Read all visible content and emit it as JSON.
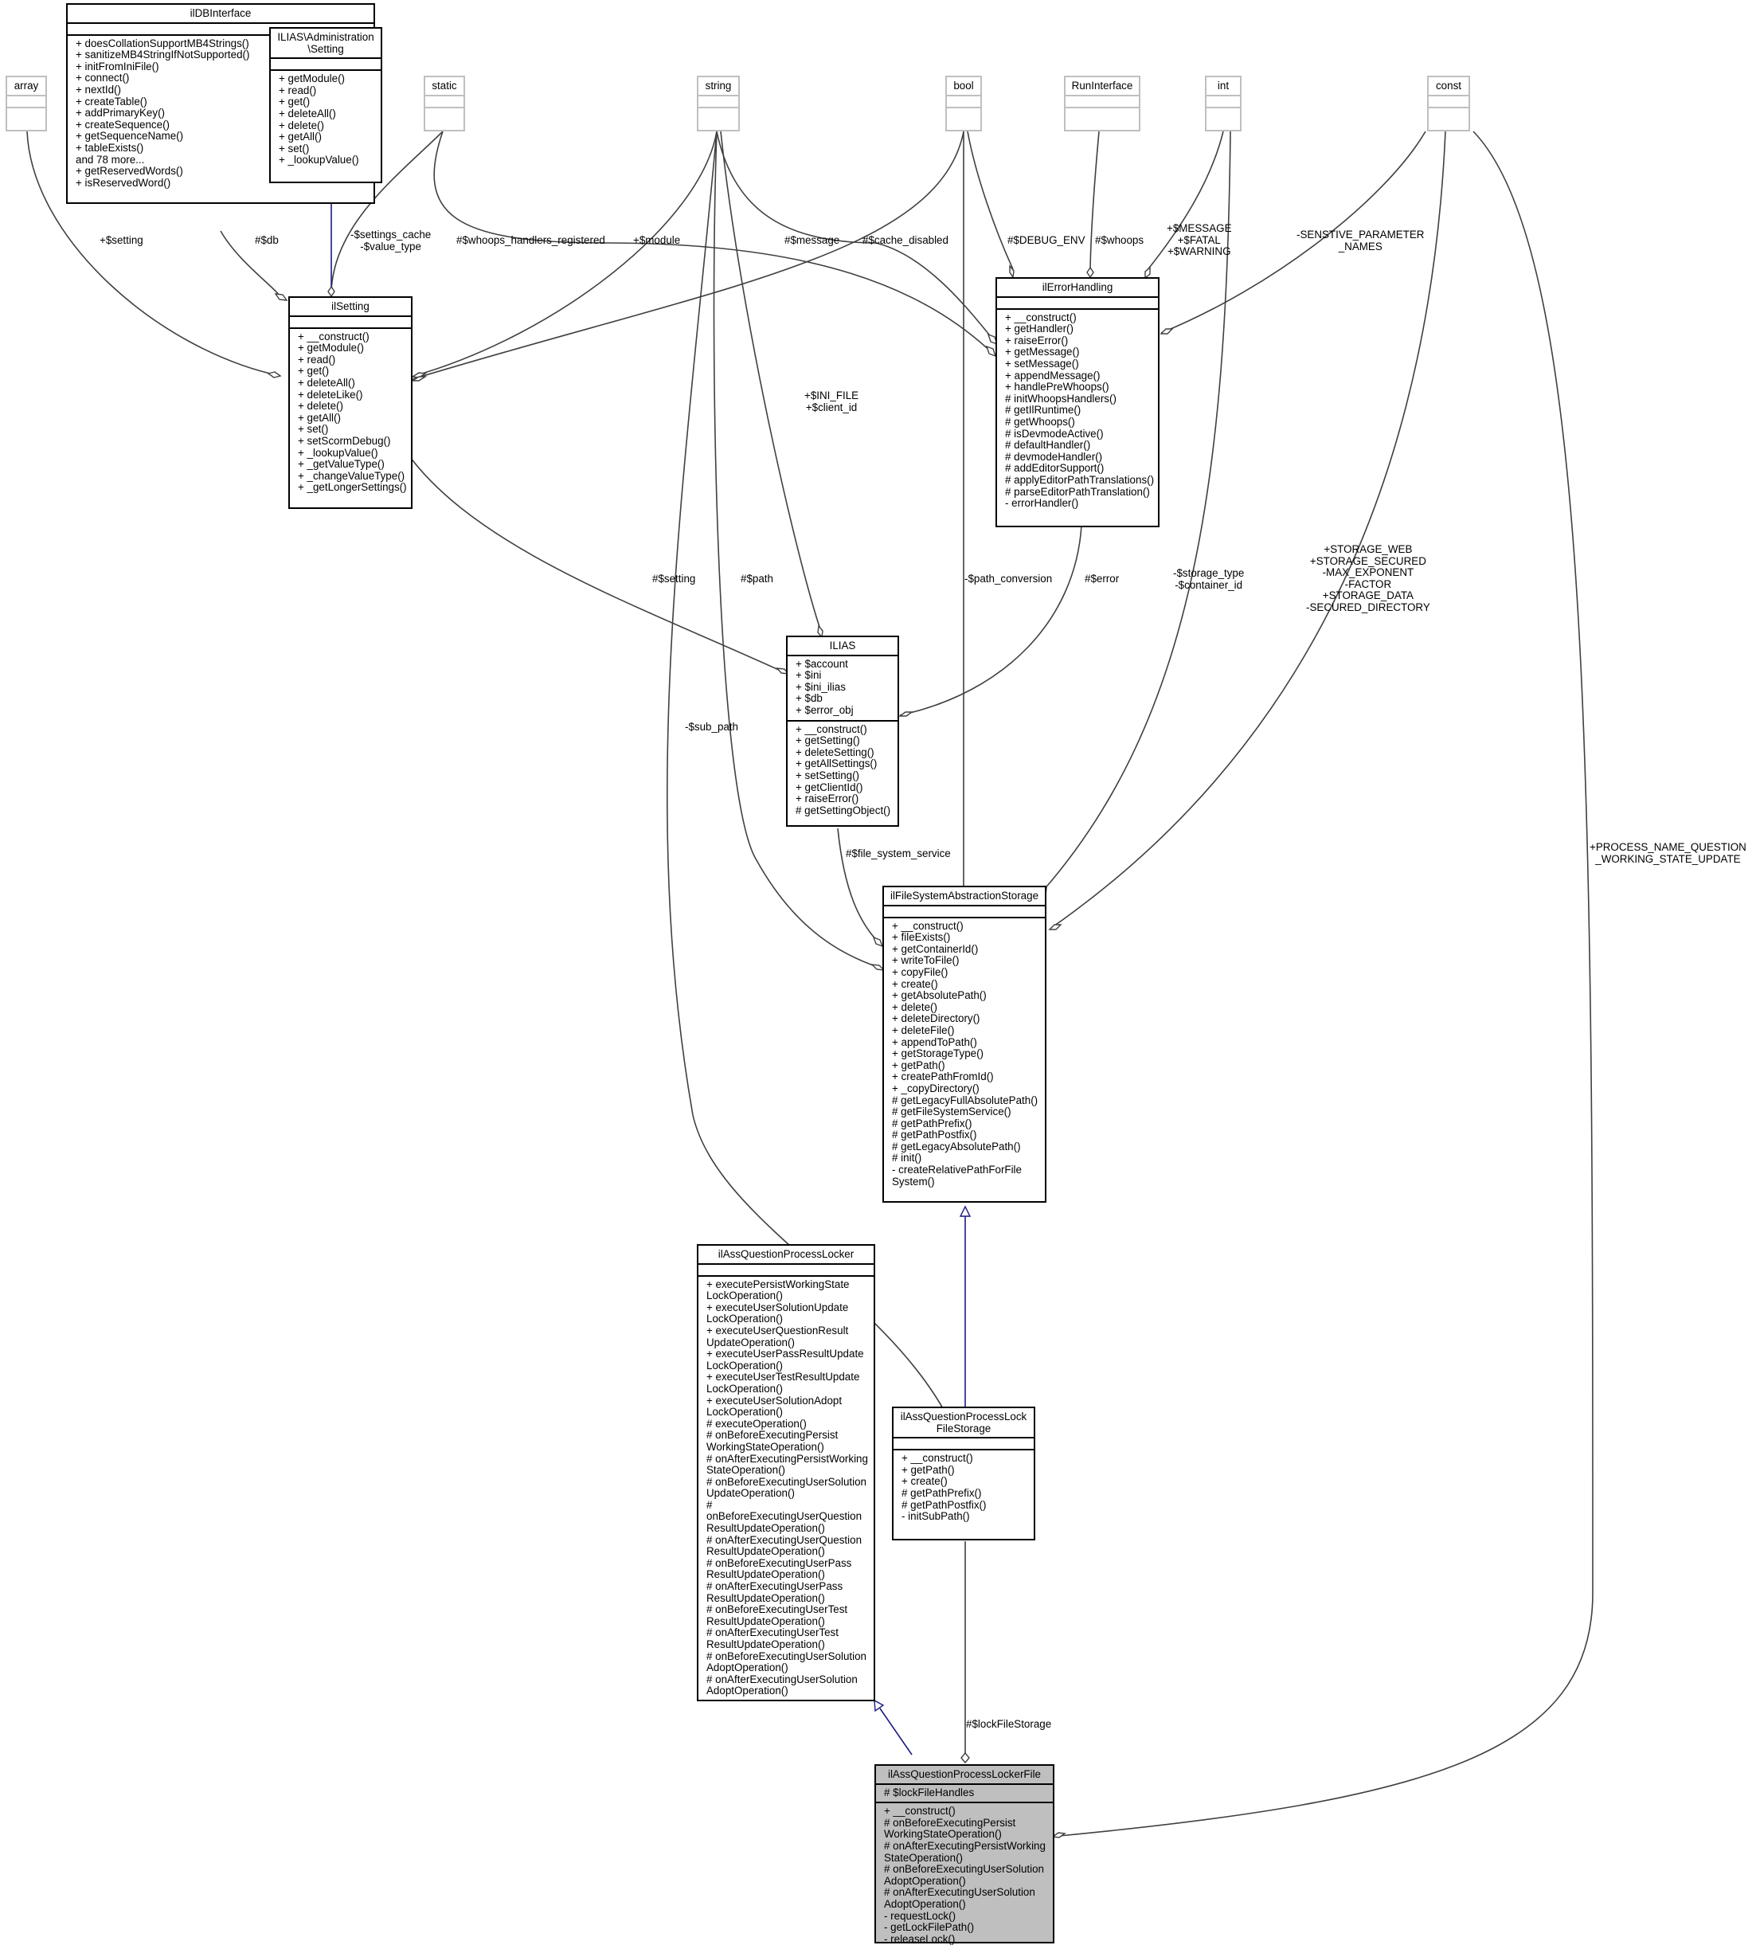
{
  "nodes": [
    {
      "id": "array",
      "name": "array",
      "attrs": "",
      "methods": "",
      "grey": true
    },
    {
      "id": "ildb",
      "name": "ilDBInterface",
      "attrs": "",
      "methods": "+ doesCollationSupportMB4Strings()\n+ sanitizeMB4StringIfNotSupported()\n+ initFromIniFile()\n+ connect()\n+ nextId()\n+ createTable()\n+ addPrimaryKey()\n+ createSequence()\n+ getSequenceName()\n+ tableExists()\nand 78 more...\n+ getReservedWords()\n+ isReservedWord()"
    },
    {
      "id": "iliasadmin",
      "name": "ILIAS\\Administration\n\\Setting",
      "attrs": "",
      "methods": "+ getModule()\n+ read()\n+ get()\n+ deleteAll()\n+ delete()\n+ getAll()\n+ set()\n+ _lookupValue()"
    },
    {
      "id": "static",
      "name": "static",
      "attrs": "",
      "methods": "",
      "grey": true
    },
    {
      "id": "string",
      "name": "string",
      "attrs": "",
      "methods": "",
      "grey": true
    },
    {
      "id": "bool",
      "name": "bool",
      "attrs": "",
      "methods": "",
      "grey": true
    },
    {
      "id": "runinterface",
      "name": "RunInterface",
      "attrs": "",
      "methods": "",
      "grey": true
    },
    {
      "id": "int",
      "name": "int",
      "attrs": "",
      "methods": "",
      "grey": true
    },
    {
      "id": "const",
      "name": "const",
      "attrs": "",
      "methods": "",
      "grey": true
    },
    {
      "id": "ilsetting",
      "name": "ilSetting",
      "attrs": "",
      "methods": "+ __construct()\n+ getModule()\n+ read()\n+ get()\n+ deleteAll()\n+ deleteLike()\n+ delete()\n+ getAll()\n+ set()\n+ setScormDebug()\n+ _lookupValue()\n+ _getValueType()\n+ _changeValueType()\n+ _getLongerSettings()"
    },
    {
      "id": "ilerror",
      "name": "ilErrorHandling",
      "attrs": "",
      "methods": "+ __construct()\n+ getHandler()\n+ raiseError()\n+ getMessage()\n+ setMessage()\n+ appendMessage()\n+ handlePreWhoops()\n# initWhoopsHandlers()\n# getIlRuntime()\n# getWhoops()\n# isDevmodeActive()\n# defaultHandler()\n# devmodeHandler()\n# addEditorSupport()\n# applyEditorPathTranslations()\n# parseEditorPathTranslation()\n- errorHandler()"
    },
    {
      "id": "ilias",
      "name": "ILIAS",
      "attrs": "+ $account\n+ $ini\n+ $ini_ilias\n+ $db\n+ $error_obj",
      "methods": "+ __construct()\n+ getSetting()\n+ deleteSetting()\n+ getAllSettings()\n+ setSetting()\n+ getClientId()\n+ raiseError()\n# getSettingObject()"
    },
    {
      "id": "ilfsas",
      "name": "ilFileSystemAbstractionStorage",
      "attrs": "",
      "methods": "+ __construct()\n+ fileExists()\n+ getContainerId()\n+ writeToFile()\n+ copyFile()\n+ create()\n+ getAbsolutePath()\n+ delete()\n+ deleteDirectory()\n+ deleteFile()\n+ appendToPath()\n+ getStorageType()\n+ getPath()\n+ createPathFromId()\n+ _copyDirectory()\n# getLegacyFullAbsolutePath()\n# getFileSystemService()\n# getPathPrefix()\n# getPathPostfix()\n# getLegacyAbsolutePath()\n# init()\n- createRelativePathForFile\nSystem()"
    },
    {
      "id": "ilaqpl",
      "name": "ilAssQuestionProcessLocker",
      "attrs": "",
      "methods": "+ executePersistWorkingState\nLockOperation()\n+ executeUserSolutionUpdate\nLockOperation()\n+ executeUserQuestionResult\nUpdateOperation()\n+ executeUserPassResultUpdate\nLockOperation()\n+ executeUserTestResultUpdate\nLockOperation()\n+ executeUserSolutionAdopt\nLockOperation()\n# executeOperation()\n# onBeforeExecutingPersist\nWorkingStateOperation()\n# onAfterExecutingPersistWorking\nStateOperation()\n# onBeforeExecutingUserSolution\nUpdateOperation()\n# onBeforeExecutingUserQuestion\nResultUpdateOperation()\n# onAfterExecutingUserQuestion\nResultUpdateOperation()\n# onBeforeExecutingUserPass\nResultUpdateOperation()\n# onAfterExecutingUserPass\nResultUpdateOperation()\n# onBeforeExecutingUserTest\nResultUpdateOperation()\n# onAfterExecutingUserTest\nResultUpdateOperation()\n# onBeforeExecutingUserSolution\nAdoptOperation()\n# onAfterExecutingUserSolution\nAdoptOperation()"
    },
    {
      "id": "ilaqplfs",
      "name": "ilAssQuestionProcessLock\nFileStorage",
      "attrs": "",
      "methods": "+ __construct()\n+ getPath()\n+ create()\n# getPathPrefix()\n# getPathPostfix()\n- initSubPath()"
    },
    {
      "id": "ilaqplf",
      "name": "ilAssQuestionProcessLockerFile",
      "attrs": "# $lockFileHandles",
      "methods": "+ __construct()\n# onBeforeExecutingPersist\nWorkingStateOperation()\n# onAfterExecutingPersistWorking\nStateOperation()\n# onBeforeExecutingUserSolution\nAdoptOperation()\n# onAfterExecutingUserSolution\nAdoptOperation()\n- requestLock()\n- getLockFilePath()\n- releaseLock()",
      "focus": true
    }
  ],
  "edges": [
    {
      "id": "array-setting",
      "kind": "assoc",
      "label": "+$setting"
    },
    {
      "id": "ildb-setting",
      "kind": "assoc",
      "label": "#$db"
    },
    {
      "id": "admin-setting",
      "kind": "inherit",
      "label": ""
    },
    {
      "id": "static-setting",
      "kind": "assoc",
      "label": "-$settings_cache\n-$value_type"
    },
    {
      "id": "string-setting",
      "kind": "assoc",
      "label": "+$module"
    },
    {
      "id": "bool-setting",
      "kind": "assoc",
      "label": "#$cache_disabled"
    },
    {
      "id": "static-error",
      "kind": "assoc",
      "label": "#$whoops_handlers_registered"
    },
    {
      "id": "string-error",
      "kind": "assoc",
      "label": "#$message"
    },
    {
      "id": "bool-error",
      "kind": "assoc",
      "label": "#$DEBUG_ENV"
    },
    {
      "id": "run-error",
      "kind": "assoc",
      "label": "#$whoops"
    },
    {
      "id": "int-error",
      "kind": "assoc",
      "label": "+$MESSAGE\n+$FATAL\n+$WARNING"
    },
    {
      "id": "const-error",
      "kind": "assoc",
      "label": "-SENSTIVE_PARAMETER\n_NAMES"
    },
    {
      "id": "string-ilias",
      "kind": "assoc",
      "label": "+$INI_FILE\n+$client_id"
    },
    {
      "id": "setting-ilias",
      "kind": "assoc",
      "label": "#$setting"
    },
    {
      "id": "error-ilias",
      "kind": "assoc",
      "label": "#$error"
    },
    {
      "id": "string-fsas",
      "kind": "assoc",
      "label": "#$path"
    },
    {
      "id": "bool-fsas",
      "kind": "assoc",
      "label": "-$path_conversion"
    },
    {
      "id": "int-fsas",
      "kind": "assoc",
      "label": "-$storage_type\n-$container_id"
    },
    {
      "id": "const-fsas",
      "kind": "assoc",
      "label": "+STORAGE_WEB\n+STORAGE_SECURED\n-MAX_EXPONENT\n-FACTOR\n+STORAGE_DATA\n-SECURED_DIRECTORY"
    },
    {
      "id": "ilias-fsas",
      "kind": "assoc",
      "label": "#$file_system_service"
    },
    {
      "id": "string-plfs",
      "kind": "assoc",
      "label": "-$sub_path"
    },
    {
      "id": "fsas-plfs",
      "kind": "inherit",
      "label": ""
    },
    {
      "id": "const-plf",
      "kind": "assoc",
      "label": "+PROCESS_NAME_QUESTION\n_WORKING_STATE_UPDATE"
    },
    {
      "id": "pl-plf",
      "kind": "inherit",
      "label": ""
    },
    {
      "id": "plfs-plf",
      "kind": "assoc",
      "label": "#$lockFileStorage"
    }
  ]
}
